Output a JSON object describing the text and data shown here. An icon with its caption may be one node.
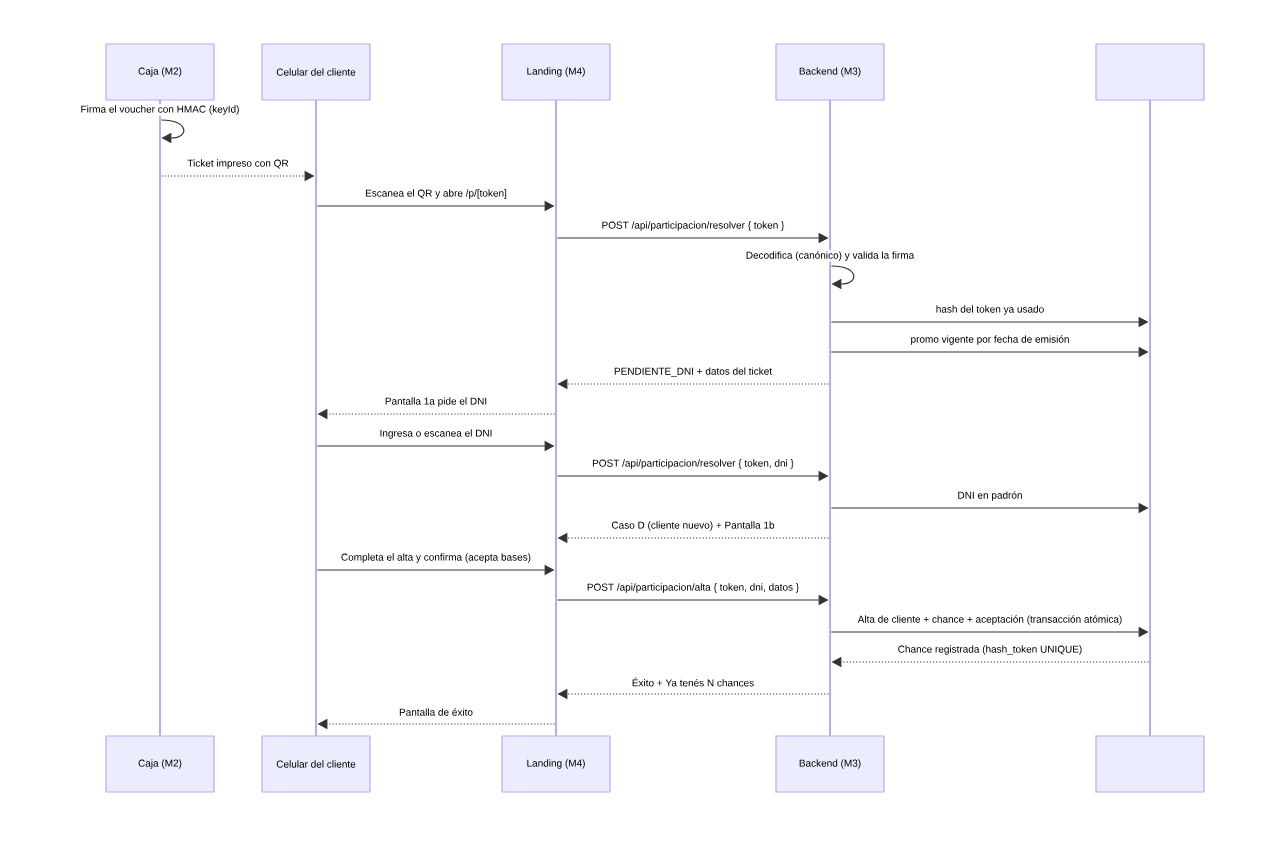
{
  "diagram": {
    "nodes": [
      {
        "text": [
          "Caja (M2)"
        ]
      },
      {
        "text": [
          "Celular del cliente"
        ]
      },
      {
        "text": [
          "Landing (M4)"
        ]
      },
      {
        "text": [
          "Backend (M3)"
        ]
      },
      {
        "text": [],
        "shape": "box"
      },
      {
        "text": [],
        "shape": "bar"
      },
      {
        "text": [],
        "shape": "bar"
      },
      {
        "text": [],
        "shape": "bar"
      },
      {
        "text": [],
        "shape": "bar"
      },
      {
        "text": [],
        "shape": "bar"
      },
      {
        "text": [
          "Caja (M2)"
        ]
      },
      {
        "text": [
          "Celular del cliente"
        ]
      },
      {
        "text": [
          "Landing (M4)"
        ]
      },
      {
        "text": [
          "Backend (M3)"
        ]
      },
      {
        "text": [],
        "shape": "box"
      }
    ],
    "edges": [
      {
        "from": 5,
        "to": 5,
        "arrow": "to",
        "label": "Firma el voucher con HMAC (keyId)"
      },
      {
        "from": 5,
        "to": 6,
        "arrow": "to",
        "label": "Ticket impreso con QR",
        "style": "dashed"
      },
      {
        "from": 6,
        "to": 7,
        "arrow": "to",
        "label": "Escanea el QR y abre /p/[token]"
      },
      {
        "from": 7,
        "to": 8,
        "arrow": "to",
        "label": "POST /api/participacion/resolver { token }"
      },
      {
        "from": 8,
        "to": 8,
        "arrow": "to",
        "label": "Decodifica (canónico) y valida la firma"
      },
      {
        "from": 8,
        "to": 9,
        "arrow": "to",
        "label": "hash del token ya usado"
      },
      {
        "from": 8,
        "to": 9,
        "arrow": "to",
        "label": "promo vigente por fecha de emisión"
      },
      {
        "from": 8,
        "to": 7,
        "arrow": "to",
        "label": "PENDIENTE_DNI + datos del ticket",
        "style": "dashed"
      },
      {
        "from": 7,
        "to": 6,
        "arrow": "to",
        "label": "Pantalla 1a pide el DNI",
        "style": "dashed"
      },
      {
        "from": 6,
        "to": 7,
        "arrow": "to",
        "label": "Ingresa o escanea el DNI"
      },
      {
        "from": 7,
        "to": 8,
        "arrow": "to",
        "label": "POST /api/participacion/resolver { token, dni }"
      },
      {
        "from": 8,
        "to": 9,
        "arrow": "to",
        "label": "DNI en padrón"
      },
      {
        "from": 8,
        "to": 7,
        "arrow": "to",
        "label": "Caso D (cliente nuevo) + Pantalla 1b",
        "style": "dashed"
      },
      {
        "from": 6,
        "to": 7,
        "arrow": "to",
        "label": "Completa el alta y confirma (acepta bases)"
      },
      {
        "from": 7,
        "to": 8,
        "arrow": "to",
        "label": "POST /api/participacion/alta { token, dni, datos }"
      },
      {
        "from": 8,
        "to": 9,
        "arrow": "to",
        "label": "Alta de cliente + chance + aceptación (transacción atómica)"
      },
      {
        "from": 9,
        "to": 8,
        "arrow": "to",
        "label": "Chance registrada (hash_token UNIQUE)",
        "style": "dashed"
      },
      {
        "from": 8,
        "to": 7,
        "arrow": "to",
        "label": "Éxito + Ya tenés N chances",
        "style": "dashed"
      },
      {
        "from": 7,
        "to": 6,
        "arrow": "to",
        "label": "Pantalla de éxito",
        "style": "dashed"
      }
    ]
  }
}
